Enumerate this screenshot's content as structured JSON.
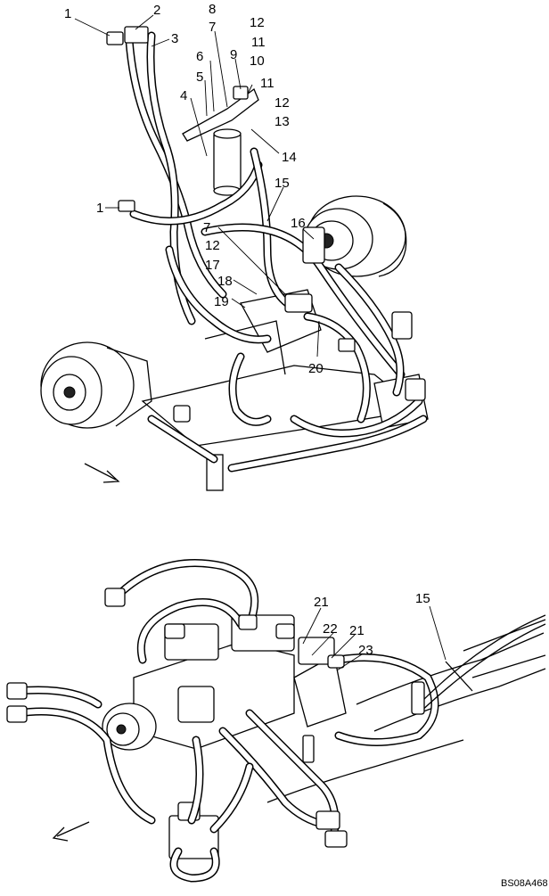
{
  "diagram": {
    "callouts_top": [
      "1",
      "2",
      "3",
      "8",
      "7",
      "6",
      "5",
      "4",
      "9",
      "12",
      "11",
      "10",
      "11",
      "12",
      "13",
      "14",
      "15",
      "1",
      "16",
      "7",
      "12",
      "17",
      "18",
      "19",
      "20"
    ],
    "callouts_bottom": [
      "15",
      "21",
      "22",
      "21",
      "23"
    ],
    "drawing_code": "BS08A468",
    "icons": {
      "direction_arrow": "forward-arrow-icon"
    }
  }
}
